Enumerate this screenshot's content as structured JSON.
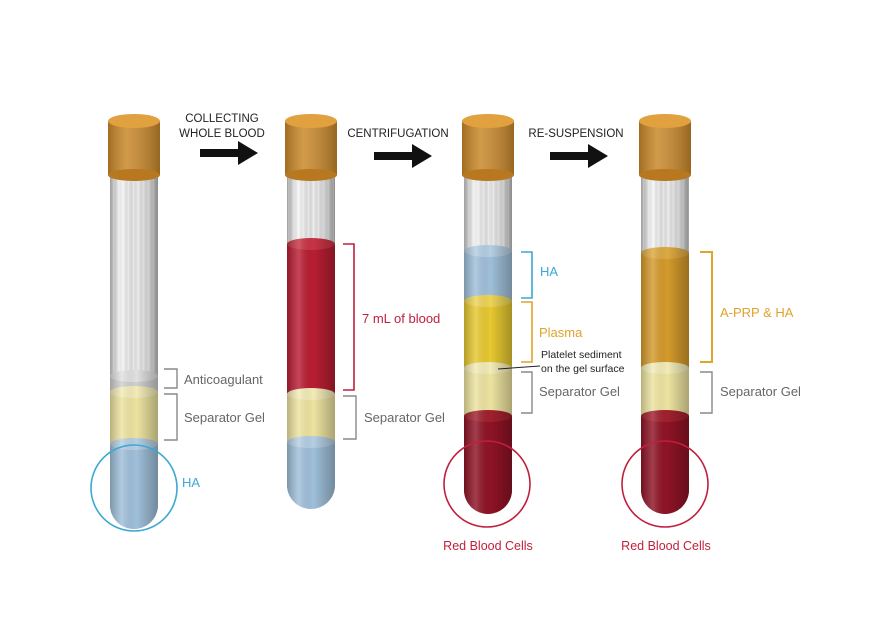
{
  "steps": {
    "step1": [
      "COLLECTING",
      "WHOLE BLOOD"
    ],
    "step2": "CENTRIFUGATION",
    "step3": "RE-SUSPENSION"
  },
  "tube1": {
    "anticoagulant": "Anticoagulant",
    "separator_gel": "Separator Gel",
    "ha": "HA"
  },
  "tube2": {
    "blood": "7 mL of blood",
    "separator_gel": "Separator Gel"
  },
  "tube3": {
    "ha": "HA",
    "plasma": "Plasma",
    "platelet": [
      "Platelet sediment",
      "on the gel surface"
    ],
    "separator_gel": "Separator Gel",
    "rbc": "Red Blood Cells"
  },
  "tube4": {
    "aprp": "A-PRP & HA",
    "separator_gel": "Separator Gel",
    "rbc": "Red Blood Cells"
  },
  "colors": {
    "cap": "#C9882A",
    "ha_blue": "#9FBFD9",
    "gel": "#EDE3A0",
    "blood": "#B81D32",
    "rbc": "#8E1325",
    "plasma": "#E6C830",
    "aprp": "#D49A2C",
    "anticoagulant": "#CFCFCF",
    "label_gray": "#666666",
    "label_blue": "#3AA9D3",
    "label_red": "#C0203E",
    "label_gold": "#E0A32B"
  }
}
